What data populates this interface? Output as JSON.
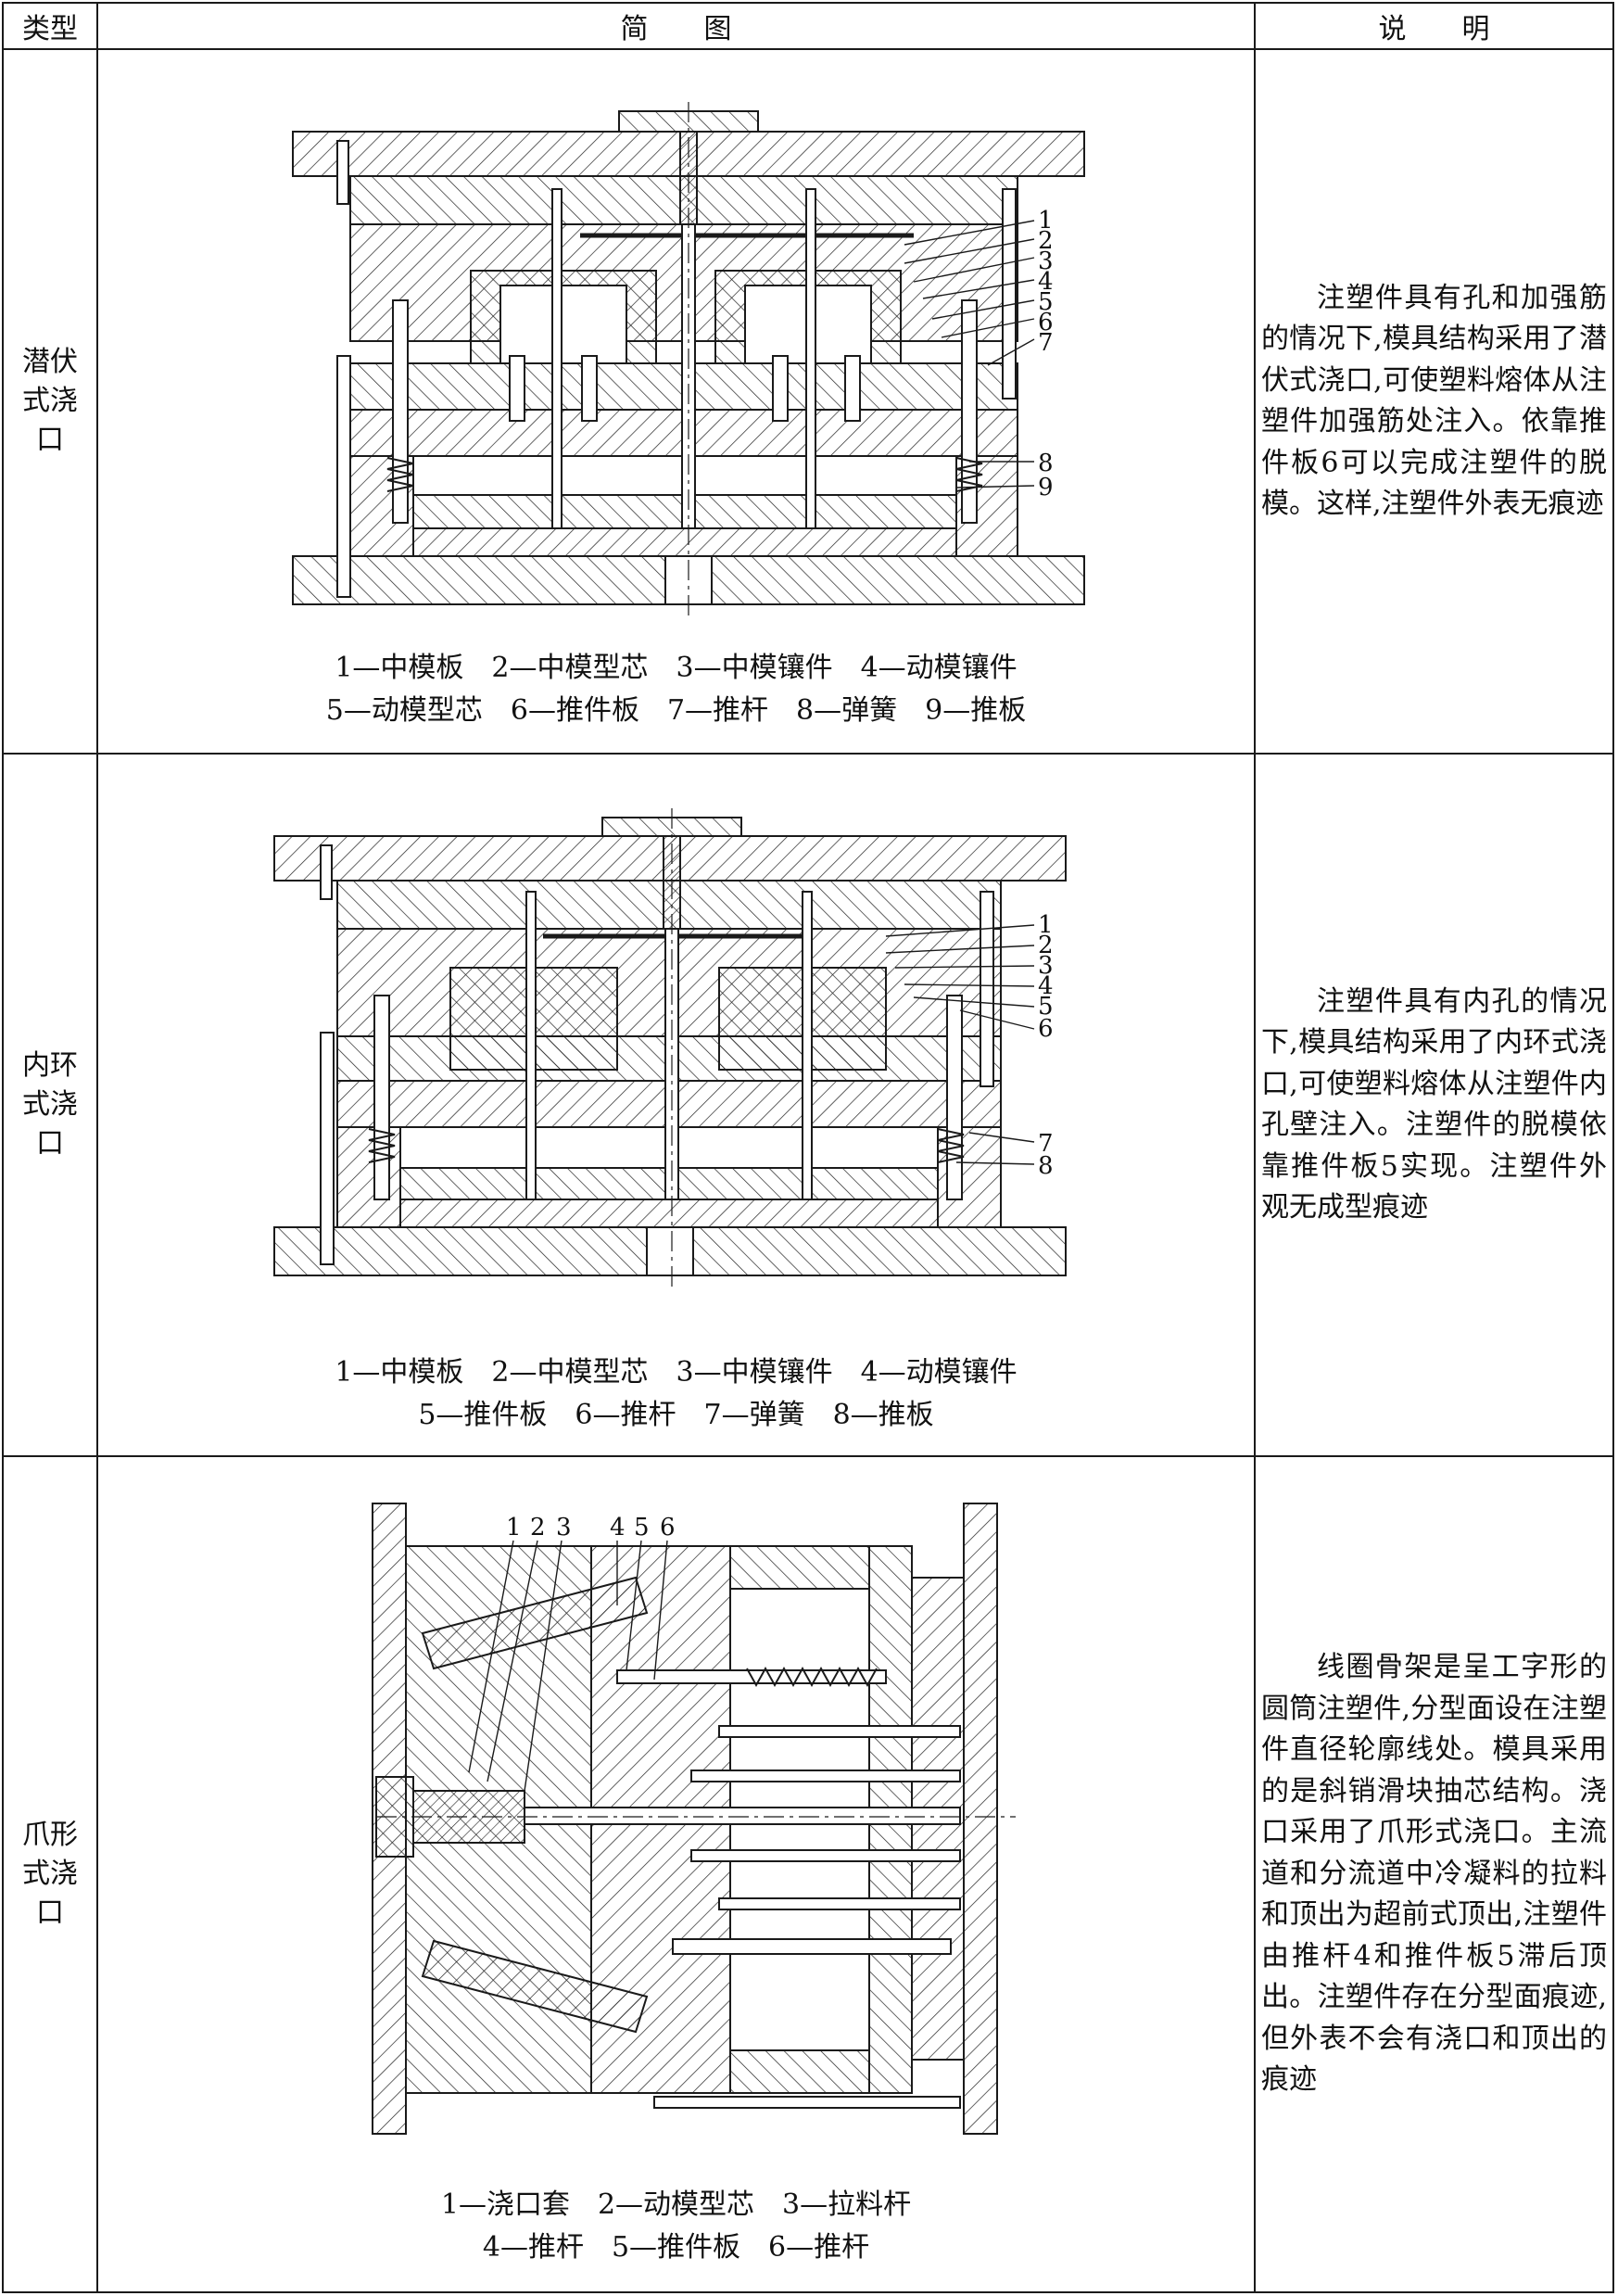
{
  "header": {
    "col_type": "类型",
    "col_figure": "简　　图",
    "col_desc": "说　　明"
  },
  "rows": [
    {
      "type_lines": [
        "潜伏",
        "式浇",
        "口"
      ],
      "numbers": [
        "1",
        "2",
        "3",
        "4",
        "5",
        "6",
        "7",
        "8",
        "9"
      ],
      "caption_lines": [
        "1—中模板　2—中模型芯　3—中模镶件　4—动模镶件",
        "5—动模型芯　6—推件板　7—推杆　8—弹簧　9—推板"
      ],
      "description": "注塑件具有孔和加强筋的情况下,模具结构采用了潜伏式浇口,可使塑料熔体从注塑件加强筋处注入。依靠推件板6可以完成注塑件的脱模。这样,注塑件外表无痕迹"
    },
    {
      "type_lines": [
        "内环",
        "式浇",
        "口"
      ],
      "numbers": [
        "1",
        "2",
        "3",
        "4",
        "5",
        "6",
        "7",
        "8"
      ],
      "caption_lines": [
        "1—中模板　2—中模型芯　3—中模镶件　4—动模镶件",
        "5—推件板　6—推杆　7—弹簧　8—推板"
      ],
      "description": "注塑件具有内孔的情况下,模具结构采用了内环式浇口,可使塑料熔体从注塑件内孔壁注入。注塑件的脱模依靠推件板5实现。注塑件外观无成型痕迹"
    },
    {
      "type_lines": [
        "爪形",
        "式浇",
        "口"
      ],
      "numbers": [
        "1",
        "2",
        "3",
        "4",
        "5",
        "6"
      ],
      "caption_lines": [
        "1—浇口套　2—动模型芯　3—拉料杆",
        "4—推杆　5—推件板　6—推杆"
      ],
      "description": "线圈骨架是呈工字形的圆筒注塑件,分型面设在注塑件直径轮廓线处。模具采用的是斜销滑块抽芯结构。浇口采用了爪形式浇口。主流道和分流道中冷凝料的拉料和顶出为超前式顶出,注塑件由推杆4和推件板5滞后顶出。注塑件存在分型面痕迹,但外表不会有浇口和顶出的痕迹"
    }
  ]
}
